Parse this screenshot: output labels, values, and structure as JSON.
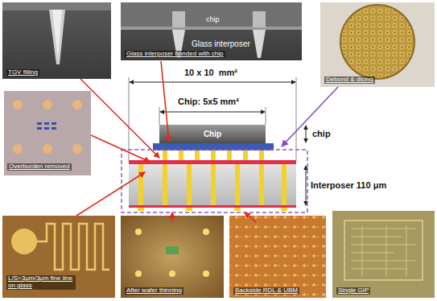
{
  "diagram": {
    "nodes": [
      {
        "text": [
          "TGV filling"
        ]
      },
      {
        "text": [
          "chip",
          "Glass interposer",
          "Glass interposer bonded with chip"
        ]
      },
      {
        "text": [
          "Debond & dicing"
        ]
      },
      {
        "text": [
          "Overburden removed"
        ]
      },
      {
        "text": [
          "Chip"
        ]
      },
      {
        "text": [
          "L/S=3μm/3μm fine line on glass"
        ]
      },
      {
        "text": [
          "After wafer thinning"
        ]
      },
      {
        "text": [
          "Backside RDL & UBM"
        ]
      },
      {
        "text": [
          "Single GIP"
        ]
      }
    ],
    "labels": [
      "10 x 10  mm²",
      "Chip: 5x5 mm²",
      "chip",
      "Interposer 110 μm"
    ]
  }
}
